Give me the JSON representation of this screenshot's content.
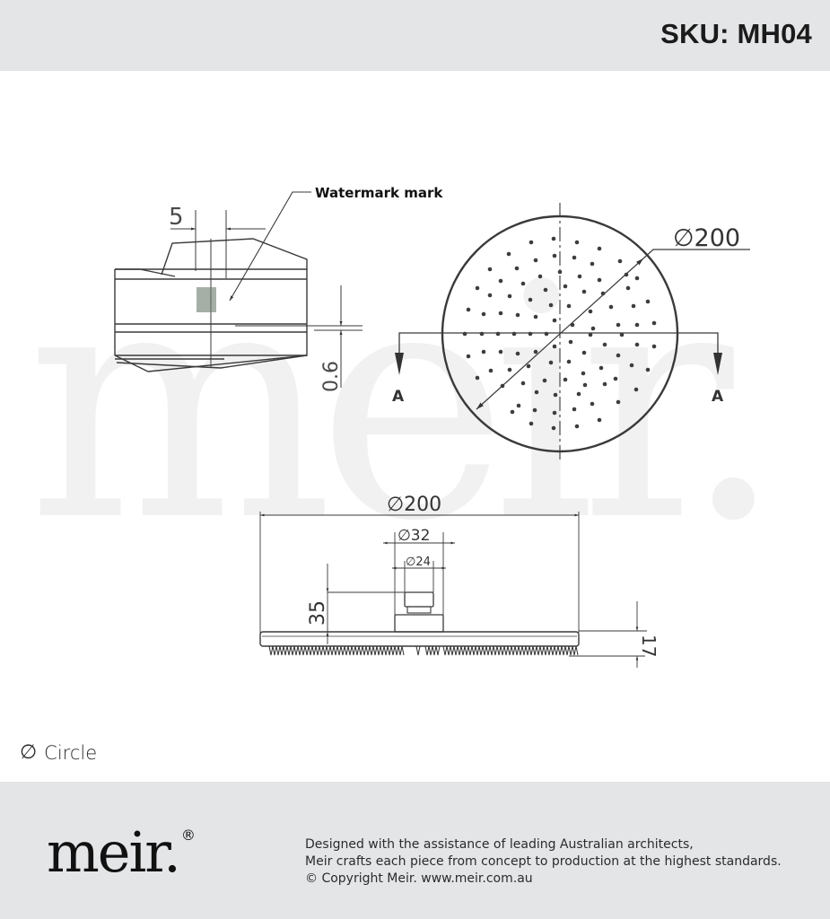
{
  "header": {
    "sku_label": "SKU: MH04"
  },
  "watermark": {
    "text": "meir."
  },
  "drawing": {
    "side_view": {
      "callout_label": "Watermark mark",
      "dim_width": "5",
      "dim_thickness": "0.6"
    },
    "top_view": {
      "diameter_label": "∅200",
      "section_marker_left": "A",
      "section_marker_right": "A"
    },
    "front_view": {
      "overall_diameter": "∅200",
      "collar_diameter": "∅32",
      "connector_diameter": "∅24",
      "height_total": "35",
      "head_thickness": "17"
    }
  },
  "legend": {
    "symbol": "∅",
    "label": "Circle"
  },
  "footer": {
    "logo_text": "meir.",
    "logo_reg": "®",
    "tagline_line1": "Designed with the assistance of leading Australian architects,",
    "tagline_line2": "Meir crafts each piece from concept to production at the highest standards.",
    "tagline_line3": "© Copyright Meir. www.meir.com.au"
  }
}
